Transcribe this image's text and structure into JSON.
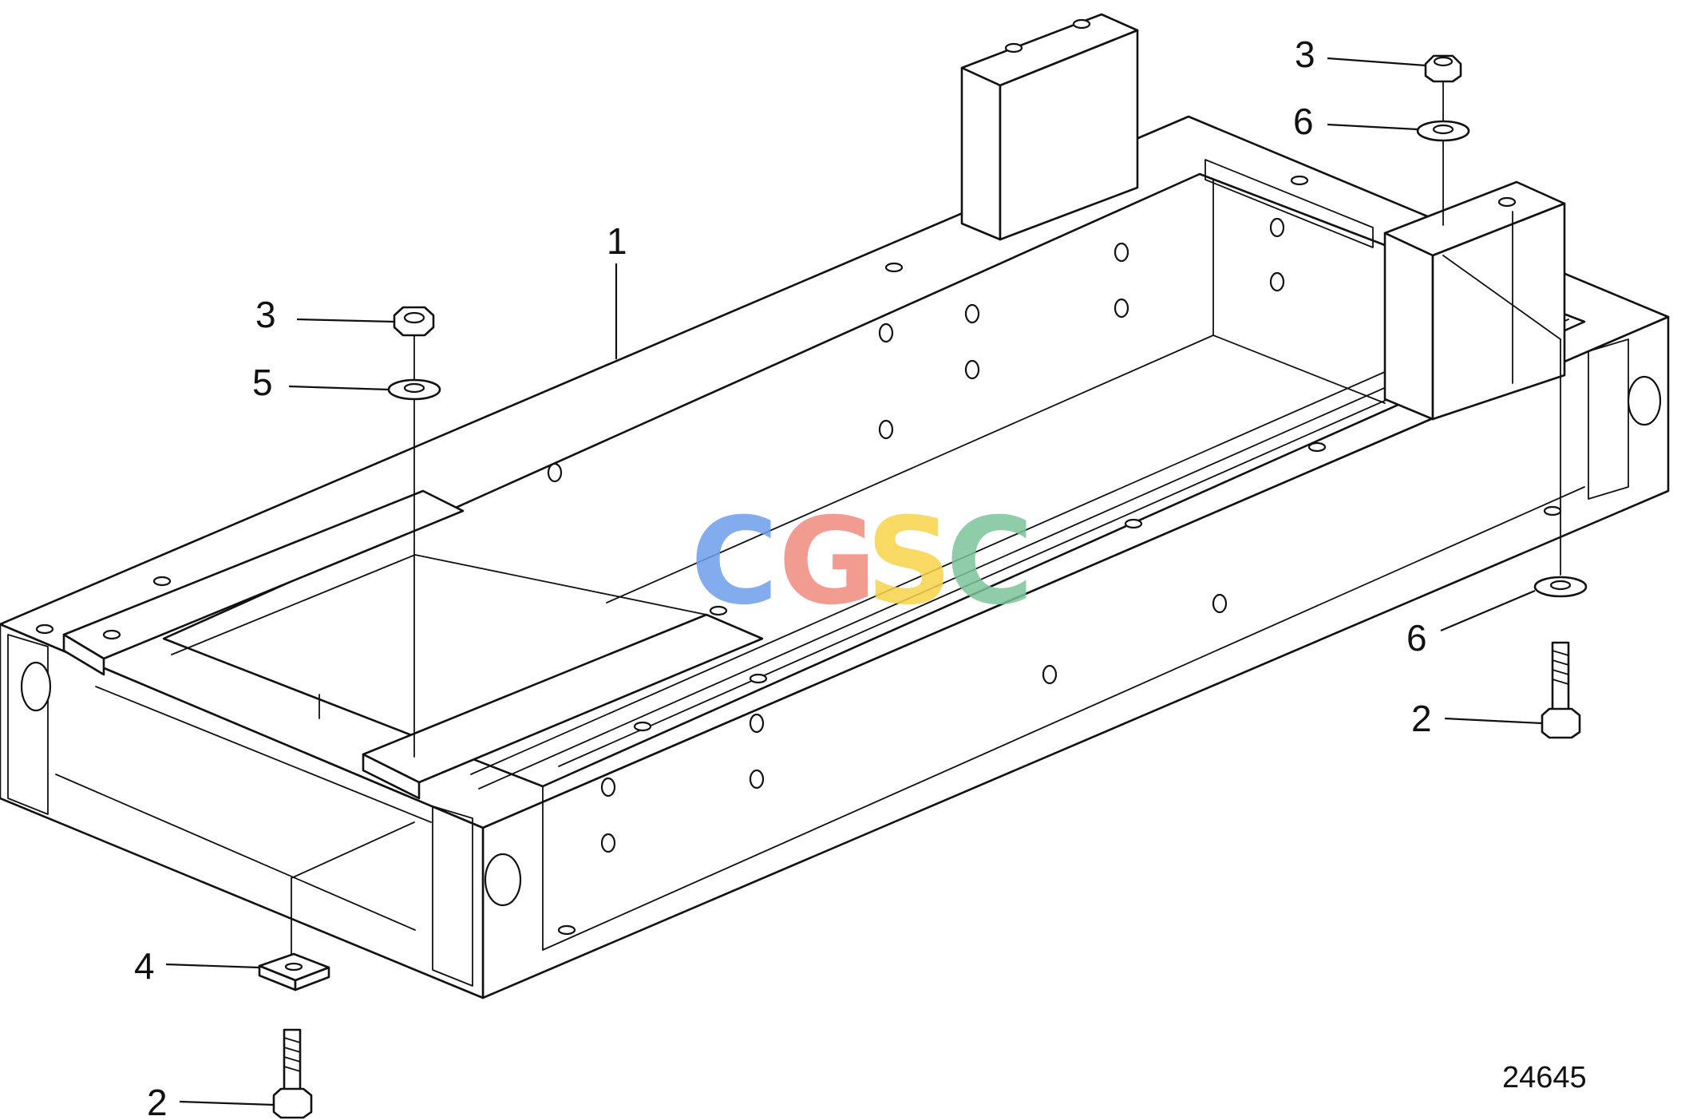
{
  "callouts": {
    "frame": "1",
    "bolt_front": "2",
    "bolt_right": "2",
    "nut_left": "3",
    "nut_right": "3",
    "plate": "4",
    "washer_left": "5",
    "washer_right_top": "6",
    "washer_right_bottom": "6"
  },
  "drawing_number": "24645",
  "watermark": {
    "letters": [
      "C",
      "G",
      "S",
      "C"
    ],
    "colors": [
      "#6d9eeb",
      "#f08a7e",
      "#f7d34a",
      "#7cc49a"
    ]
  }
}
